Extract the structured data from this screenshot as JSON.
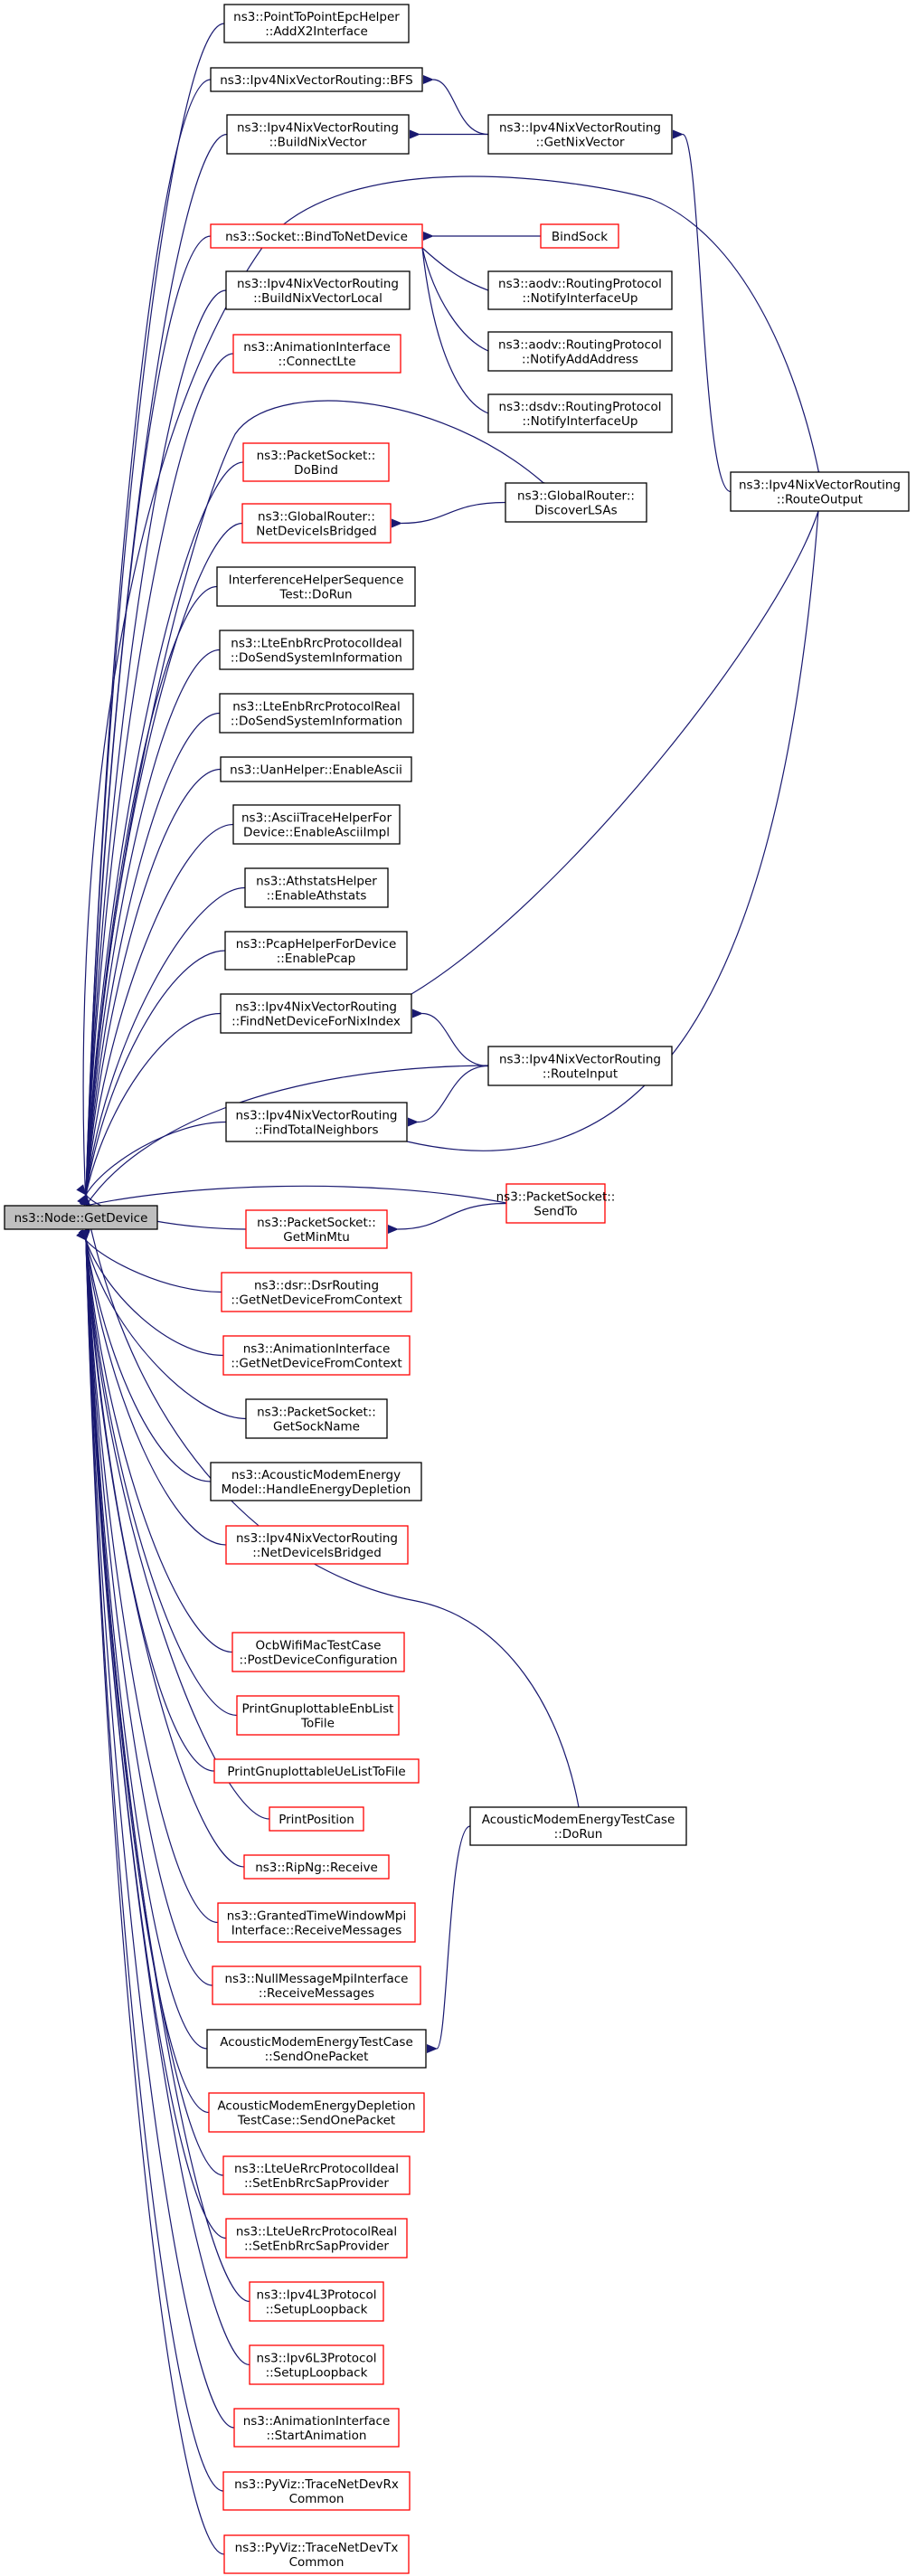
{
  "root": {
    "id": "root",
    "lines": [
      "ns3::Node::GetDevice"
    ],
    "style": "root"
  },
  "nodes": [
    {
      "id": "n1",
      "lines": [
        "ns3::PointToPointEpcHelper",
        "::AddX2Interface"
      ],
      "style": "black"
    },
    {
      "id": "n2",
      "lines": [
        "ns3::Ipv4NixVectorRouting::BFS"
      ],
      "style": "black"
    },
    {
      "id": "n3",
      "lines": [
        "ns3::Ipv4NixVectorRouting",
        "::BuildNixVector"
      ],
      "style": "black"
    },
    {
      "id": "n4",
      "lines": [
        "ns3::Ipv4NixVectorRouting",
        "::GetNixVector"
      ],
      "style": "black"
    },
    {
      "id": "n5",
      "lines": [
        "ns3::Socket::BindToNetDevice"
      ],
      "style": "red"
    },
    {
      "id": "n6",
      "lines": [
        "BindSock"
      ],
      "style": "red"
    },
    {
      "id": "n7",
      "lines": [
        "ns3::Ipv4NixVectorRouting",
        "::BuildNixVectorLocal"
      ],
      "style": "black"
    },
    {
      "id": "n8",
      "lines": [
        "ns3::aodv::RoutingProtocol",
        "::NotifyInterfaceUp"
      ],
      "style": "black"
    },
    {
      "id": "n9",
      "lines": [
        "ns3::AnimationInterface",
        "::ConnectLte"
      ],
      "style": "red"
    },
    {
      "id": "n10",
      "lines": [
        "ns3::aodv::RoutingProtocol",
        "::NotifyAddAddress"
      ],
      "style": "black"
    },
    {
      "id": "n11",
      "lines": [
        "ns3::dsdv::RoutingProtocol",
        "::NotifyInterfaceUp"
      ],
      "style": "black"
    },
    {
      "id": "n12",
      "lines": [
        "ns3::PacketSocket::",
        "DoBind"
      ],
      "style": "red"
    },
    {
      "id": "n13",
      "lines": [
        "ns3::GlobalRouter::",
        "DiscoverLSAs"
      ],
      "style": "black"
    },
    {
      "id": "n14",
      "lines": [
        "ns3::Ipv4NixVectorRouting",
        "::RouteOutput"
      ],
      "style": "black"
    },
    {
      "id": "n15",
      "lines": [
        "ns3::GlobalRouter::",
        "NetDeviceIsBridged"
      ],
      "style": "red"
    },
    {
      "id": "n16",
      "lines": [
        "InterferenceHelperSequence",
        "Test::DoRun"
      ],
      "style": "black"
    },
    {
      "id": "n17",
      "lines": [
        "ns3::LteEnbRrcProtocolIdeal",
        "::DoSendSystemInformation"
      ],
      "style": "black"
    },
    {
      "id": "n18",
      "lines": [
        "ns3::LteEnbRrcProtocolReal",
        "::DoSendSystemInformation"
      ],
      "style": "black"
    },
    {
      "id": "n19",
      "lines": [
        "ns3::UanHelper::EnableAscii"
      ],
      "style": "black"
    },
    {
      "id": "n20",
      "lines": [
        "ns3::AsciiTraceHelperFor",
        "Device::EnableAsciiImpl"
      ],
      "style": "black"
    },
    {
      "id": "n21",
      "lines": [
        "ns3::AthstatsHelper",
        "::EnableAthstats"
      ],
      "style": "black"
    },
    {
      "id": "n22",
      "lines": [
        "ns3::PcapHelperForDevice",
        "::EnablePcap"
      ],
      "style": "black"
    },
    {
      "id": "n23",
      "lines": [
        "ns3::Ipv4NixVectorRouting",
        "::FindNetDeviceForNixIndex"
      ],
      "style": "black"
    },
    {
      "id": "n24",
      "lines": [
        "ns3::Ipv4NixVectorRouting",
        "::RouteInput"
      ],
      "style": "black"
    },
    {
      "id": "n25",
      "lines": [
        "ns3::Ipv4NixVectorRouting",
        "::FindTotalNeighbors"
      ],
      "style": "black"
    },
    {
      "id": "n26",
      "lines": [
        "ns3::PacketSocket::",
        "SendTo"
      ],
      "style": "red"
    },
    {
      "id": "n27",
      "lines": [
        "ns3::PacketSocket::",
        "GetMinMtu"
      ],
      "style": "red"
    },
    {
      "id": "n28",
      "lines": [
        "ns3::dsr::DsrRouting",
        "::GetNetDeviceFromContext"
      ],
      "style": "red"
    },
    {
      "id": "n29",
      "lines": [
        "ns3::AnimationInterface",
        "::GetNetDeviceFromContext"
      ],
      "style": "red"
    },
    {
      "id": "n30",
      "lines": [
        "ns3::PacketSocket::",
        "GetSockName"
      ],
      "style": "black"
    },
    {
      "id": "n31",
      "lines": [
        "ns3::AcousticModemEnergy",
        "Model::HandleEnergyDepletion"
      ],
      "style": "black"
    },
    {
      "id": "n32",
      "lines": [
        "ns3::Ipv4NixVectorRouting",
        "::NetDeviceIsBridged"
      ],
      "style": "red"
    },
    {
      "id": "n33",
      "lines": [
        "OcbWifiMacTestCase",
        "::PostDeviceConfiguration"
      ],
      "style": "red"
    },
    {
      "id": "n34",
      "lines": [
        "PrintGnuplottableEnbList",
        "ToFile"
      ],
      "style": "red"
    },
    {
      "id": "n35",
      "lines": [
        "PrintGnuplottableUeListToFile"
      ],
      "style": "red"
    },
    {
      "id": "n36",
      "lines": [
        "PrintPosition"
      ],
      "style": "red"
    },
    {
      "id": "n37",
      "lines": [
        "AcousticModemEnergyTestCase",
        "::DoRun"
      ],
      "style": "black"
    },
    {
      "id": "n38",
      "lines": [
        "ns3::RipNg::Receive"
      ],
      "style": "red"
    },
    {
      "id": "n39",
      "lines": [
        "ns3::GrantedTimeWindowMpi",
        "Interface::ReceiveMessages"
      ],
      "style": "red"
    },
    {
      "id": "n40",
      "lines": [
        "ns3::NullMessageMpiInterface",
        "::ReceiveMessages"
      ],
      "style": "red"
    },
    {
      "id": "n41",
      "lines": [
        "AcousticModemEnergyTestCase",
        "::SendOnePacket"
      ],
      "style": "black"
    },
    {
      "id": "n42",
      "lines": [
        "AcousticModemEnergyDepletion",
        "TestCase::SendOnePacket"
      ],
      "style": "red"
    },
    {
      "id": "n43",
      "lines": [
        "ns3::LteUeRrcProtocolIdeal",
        "::SetEnbRrcSapProvider"
      ],
      "style": "red"
    },
    {
      "id": "n44",
      "lines": [
        "ns3::LteUeRrcProtocolReal",
        "::SetEnbRrcSapProvider"
      ],
      "style": "red"
    },
    {
      "id": "n45",
      "lines": [
        "ns3::Ipv4L3Protocol",
        "::SetupLoopback"
      ],
      "style": "red"
    },
    {
      "id": "n46",
      "lines": [
        "ns3::Ipv6L3Protocol",
        "::SetupLoopback"
      ],
      "style": "red"
    },
    {
      "id": "n47",
      "lines": [
        "ns3::AnimationInterface",
        "::StartAnimation"
      ],
      "style": "red"
    },
    {
      "id": "n48",
      "lines": [
        "ns3::PyViz::TraceNetDevRx",
        "Common"
      ],
      "style": "red"
    },
    {
      "id": "n49",
      "lines": [
        "ns3::PyViz::TraceNetDevTx",
        "Common"
      ],
      "style": "red"
    }
  ],
  "edges": [
    [
      "root",
      "n1"
    ],
    [
      "root",
      "n2"
    ],
    [
      "root",
      "n3"
    ],
    [
      "root",
      "n14"
    ],
    [
      "root",
      "n5"
    ],
    [
      "root",
      "n7"
    ],
    [
      "root",
      "n9"
    ],
    [
      "root",
      "n13"
    ],
    [
      "root",
      "n12"
    ],
    [
      "root",
      "n15"
    ],
    [
      "root",
      "n16"
    ],
    [
      "root",
      "n17"
    ],
    [
      "root",
      "n18"
    ],
    [
      "root",
      "n19"
    ],
    [
      "root",
      "n20"
    ],
    [
      "root",
      "n21"
    ],
    [
      "root",
      "n22"
    ],
    [
      "root",
      "n23"
    ],
    [
      "root",
      "n24"
    ],
    [
      "root",
      "n25"
    ],
    [
      "root",
      "n26"
    ],
    [
      "root",
      "n27"
    ],
    [
      "root",
      "n28"
    ],
    [
      "root",
      "n29"
    ],
    [
      "root",
      "n30"
    ],
    [
      "root",
      "n31"
    ],
    [
      "root",
      "n32"
    ],
    [
      "root",
      "n37"
    ],
    [
      "root",
      "n33"
    ],
    [
      "root",
      "n34"
    ],
    [
      "root",
      "n35"
    ],
    [
      "root",
      "n36"
    ],
    [
      "root",
      "n38"
    ],
    [
      "root",
      "n39"
    ],
    [
      "root",
      "n40"
    ],
    [
      "root",
      "n41"
    ],
    [
      "root",
      "n42"
    ],
    [
      "root",
      "n43"
    ],
    [
      "root",
      "n44"
    ],
    [
      "root",
      "n45"
    ],
    [
      "root",
      "n46"
    ],
    [
      "root",
      "n47"
    ],
    [
      "root",
      "n48"
    ],
    [
      "root",
      "n49"
    ],
    [
      "n2",
      "n4"
    ],
    [
      "n3",
      "n4"
    ],
    [
      "n4",
      "n14"
    ],
    [
      "n5",
      "n6"
    ],
    [
      "n5",
      "n8"
    ],
    [
      "n5",
      "n10"
    ],
    [
      "n5",
      "n11"
    ],
    [
      "n15",
      "n13"
    ],
    [
      "n23",
      "n14"
    ],
    [
      "n23",
      "n24"
    ],
    [
      "n25",
      "n24"
    ],
    [
      "n25",
      "n14"
    ],
    [
      "n27",
      "n26"
    ],
    [
      "n41",
      "n37"
    ]
  ],
  "colors": {
    "edge": "#191970",
    "red_border": "#ff0000",
    "black_border": "#000000",
    "root_fill": "#bfbfbf"
  }
}
